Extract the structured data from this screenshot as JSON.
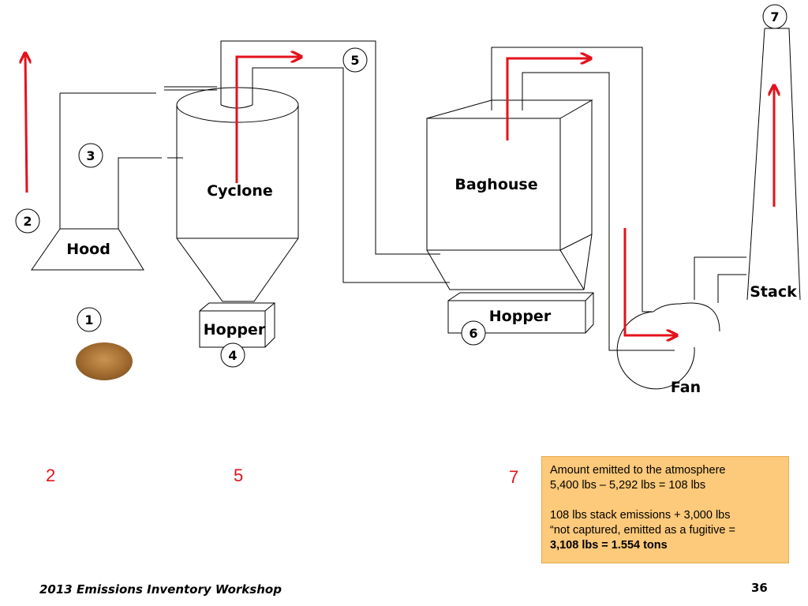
{
  "labels": {
    "hood": "Hood",
    "cyclone": "Cyclone",
    "hopper_cyclone": "Hopper",
    "baghouse": "Baghouse",
    "hopper_baghouse": "Hopper",
    "fan": "Fan",
    "stack": "Stack"
  },
  "points": [
    "1",
    "2",
    "3",
    "4",
    "5",
    "6",
    "7"
  ],
  "red_numbers": [
    "2",
    "5",
    "7"
  ],
  "note": {
    "line1": "Amount emitted to the atmosphere",
    "line2": "5,400 lbs – 5,292 lbs = 108 lbs",
    "line3": "108 lbs stack emissions + 3,000 lbs",
    "line4": "“not captured, emitted as a fugitive =",
    "line5": "3,108 lbs = 1.554 tons"
  },
  "footer": {
    "left": "2013 Emissions Inventory Workshop",
    "page": "36"
  },
  "colors": {
    "flow_arrow": "#e3121b",
    "note_bg": "#fdc97a",
    "dust": "#b07a3a"
  }
}
